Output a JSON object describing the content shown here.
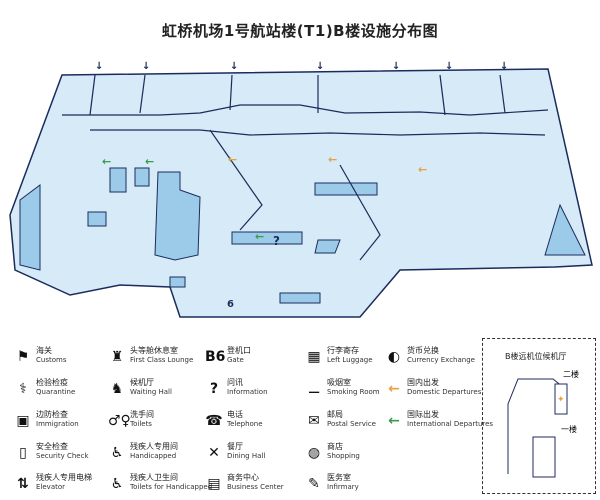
{
  "title": "虹桥机场1号航站楼(T1)B楼设施分布图",
  "colors": {
    "floor": "#d6eaf7",
    "block": "#9ccbea",
    "outline": "#1b2c5c",
    "domestic": "#e8a040",
    "international": "#3a9a4a"
  },
  "map": {
    "gate_label": "6"
  },
  "legend": [
    {
      "icon": "customs-icon",
      "glyph": "⚑",
      "zh": "海关",
      "en": "Customs"
    },
    {
      "icon": "quarantine-icon",
      "glyph": "⚕",
      "zh": "检验检疫",
      "en": "Quarantine"
    },
    {
      "icon": "immigration-icon",
      "glyph": "▣",
      "zh": "边防检查",
      "en": "Immigration"
    },
    {
      "icon": "security-check-icon",
      "glyph": "▯",
      "zh": "安全检查",
      "en": "Security Check"
    },
    {
      "icon": "elevator-icon",
      "glyph": "⇅",
      "zh": "残疾人专用电梯",
      "en": "Elevator"
    },
    {
      "icon": "first-class-lounge-icon",
      "glyph": "♜",
      "zh": "头等舱休息室",
      "en": "First Class Lounge"
    },
    {
      "icon": "waiting-hall-icon",
      "glyph": "♞",
      "zh": "候机厅",
      "en": "Waiting Hall"
    },
    {
      "icon": "toilets-icon",
      "glyph": "♂♀",
      "zh": "洗手间",
      "en": "Toilets"
    },
    {
      "icon": "handicapped-icon",
      "glyph": "♿",
      "zh": "残疾人专用间",
      "en": "Handicapped"
    },
    {
      "icon": "handicapped-toilets-icon",
      "glyph": "♿",
      "zh": "残疾人卫生间",
      "en": "Toilets for Handicapped"
    },
    {
      "icon": "gate-icon",
      "glyph": "B6",
      "zh": "登机口",
      "en": "Gate"
    },
    {
      "icon": "information-icon",
      "glyph": "?",
      "zh": "问讯",
      "en": "Information"
    },
    {
      "icon": "telephone-icon",
      "glyph": "☎",
      "zh": "电话",
      "en": "Telephone"
    },
    {
      "icon": "dining-hall-icon",
      "glyph": "✕",
      "zh": "餐厅",
      "en": "Dining Hall"
    },
    {
      "icon": "business-center-icon",
      "glyph": "▤",
      "zh": "商务中心",
      "en": "Business Center"
    },
    {
      "icon": "left-luggage-icon",
      "glyph": "▦",
      "zh": "行李寄存",
      "en": "Left Luggage"
    },
    {
      "icon": "smoking-room-icon",
      "glyph": "⚊",
      "zh": "吸烟室",
      "en": "Smoking Room"
    },
    {
      "icon": "postal-service-icon",
      "glyph": "✉",
      "zh": "邮局",
      "en": "Postal Service"
    },
    {
      "icon": "shopping-icon",
      "glyph": "◍",
      "zh": "商店",
      "en": "Shopping"
    },
    {
      "icon": "infirmary-icon",
      "glyph": "✎",
      "zh": "医务室",
      "en": "Infirmary"
    },
    {
      "icon": "currency-exchange-icon",
      "glyph": "◐",
      "zh": "货币兑换",
      "en": "Currency Exchange"
    },
    {
      "icon": "domestic-departures-icon",
      "glyph": "←",
      "zh": "国内出发",
      "en": "Domestic Departures"
    },
    {
      "icon": "international-departures-icon",
      "glyph": "←",
      "zh": "国际出发",
      "en": "International Departures"
    }
  ],
  "inset": {
    "title": "B楼远机位候机厅",
    "floor2": "二楼",
    "floor1": "一楼"
  }
}
